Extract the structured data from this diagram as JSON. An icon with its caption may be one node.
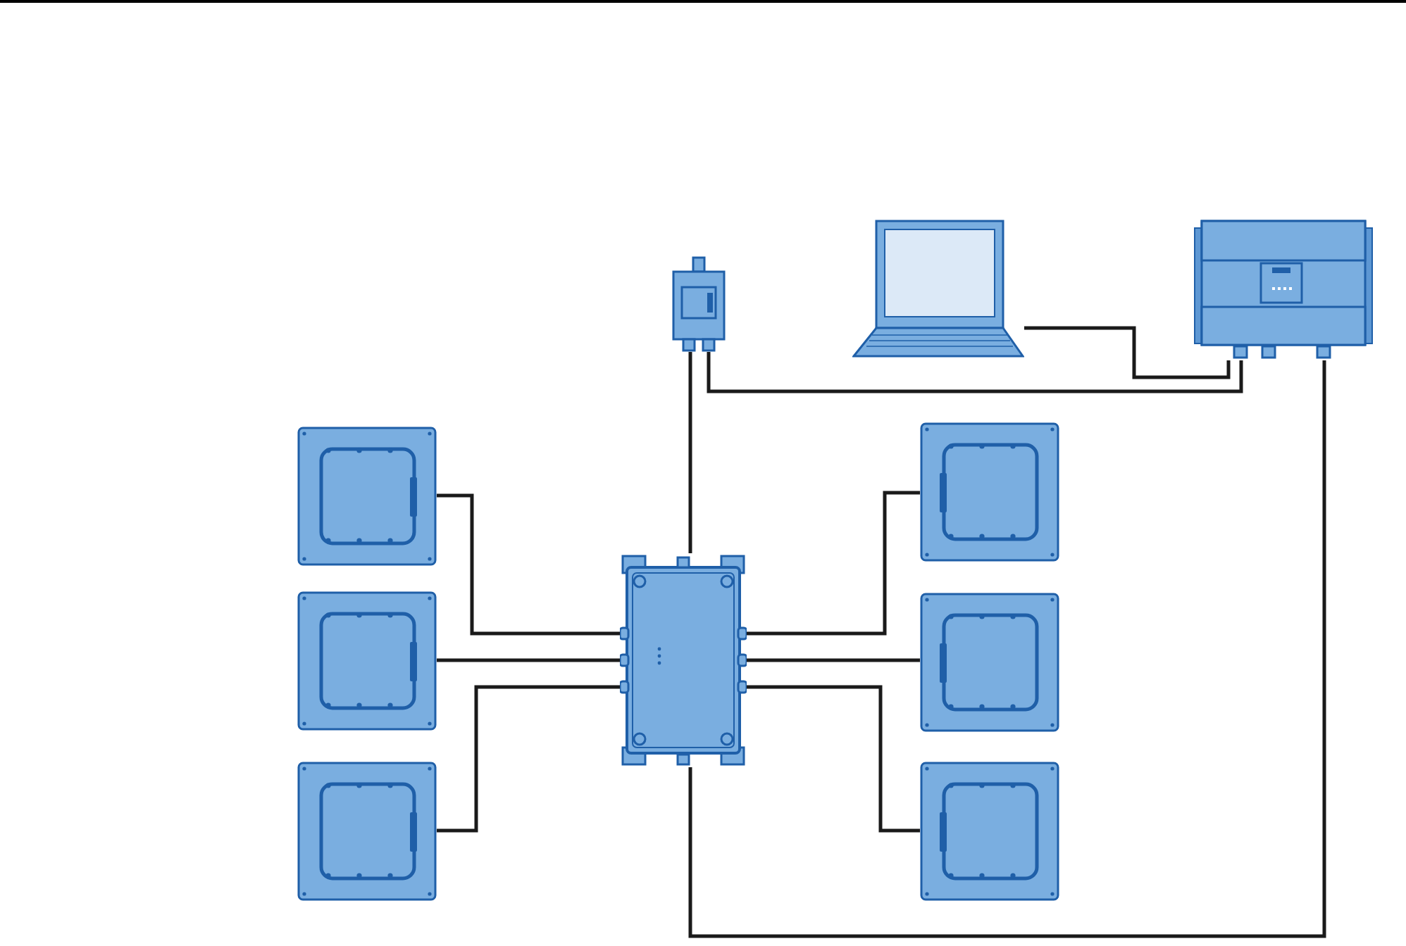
{
  "diagram": {
    "nodes": [
      {
        "text": [],
        "shape": "picture"
      },
      {
        "text": [],
        "shape": "picture"
      },
      {
        "text": [],
        "shape": "picture"
      },
      {
        "text": [],
        "shape": "picture"
      },
      {
        "text": [],
        "shape": "picture"
      },
      {
        "text": [],
        "shape": "picture"
      },
      {
        "text": [],
        "shape": "picture"
      },
      {
        "text": [],
        "shape": "picture"
      },
      {
        "text": [],
        "shape": "picture"
      },
      {
        "text": [],
        "shape": "picture"
      }
    ],
    "edges": [
      {
        "from": 1,
        "to": 2,
        "arrow": "none"
      },
      {
        "from": 0,
        "to": 2,
        "arrow": "none"
      },
      {
        "from": 0,
        "to": 6,
        "arrow": "none"
      },
      {
        "from": 6,
        "to": 2,
        "arrow": "none"
      },
      {
        "from": 3,
        "to": 6,
        "arrow": "none"
      },
      {
        "from": 4,
        "to": 6,
        "arrow": "none"
      },
      {
        "from": 5,
        "to": 6,
        "arrow": "none"
      },
      {
        "from": 6,
        "to": 7,
        "arrow": "none"
      },
      {
        "from": 6,
        "to": 8,
        "arrow": "none"
      },
      {
        "from": 6,
        "to": 9,
        "arrow": "none"
      }
    ]
  }
}
